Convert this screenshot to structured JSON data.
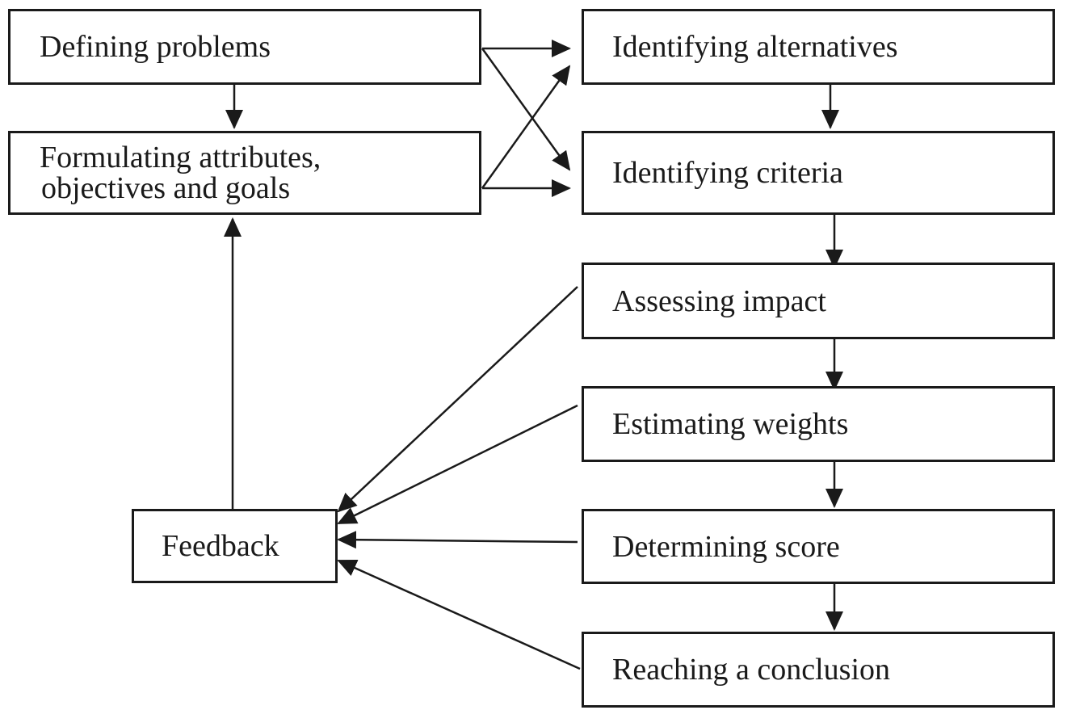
{
  "diagram": {
    "boxes": {
      "defining_problems": "Defining problems",
      "formulating_line1": "Formulating attributes,",
      "formulating_line2": "objectives and goals",
      "feedback": "Feedback",
      "identifying_alternatives": "Identifying alternatives",
      "identifying_criteria": "Identifying criteria",
      "assessing_impact": "Assessing impact",
      "estimating_weights": "Estimating weights",
      "determining_score": "Determining score",
      "reaching_conclusion": "Reaching a conclusion"
    }
  }
}
